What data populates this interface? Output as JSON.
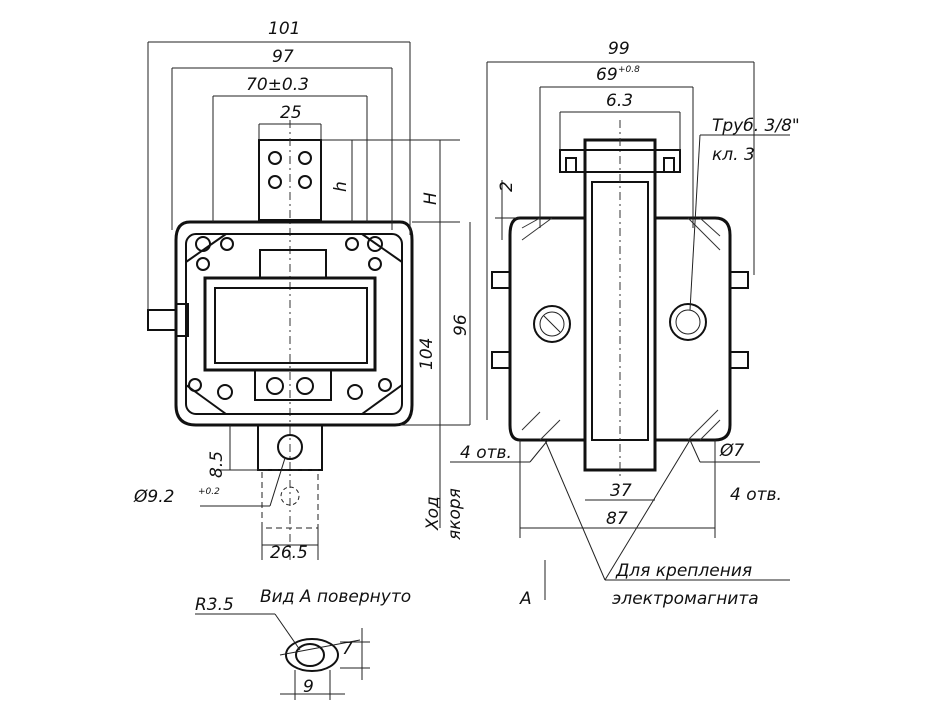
{
  "front_view": {
    "dim_overall": "101",
    "dim_97": "97",
    "dim_70": "70±0.3",
    "dim_25": "25",
    "dim_h": "h",
    "dim_H": "H",
    "dim_96": "96",
    "dim_104": "104",
    "dim_8_5": "8.5",
    "hole_diameter": "Ø9.2",
    "hole_tol": "+0.2",
    "dim_26_5": "26.5",
    "armature_label_1": "Ход",
    "armature_label_2": "якоря"
  },
  "side_view": {
    "dim_99": "99",
    "dim_69": "69",
    "dim_69_tol": "+0.8",
    "dim_6_3": "6.3",
    "dim_2": "2",
    "pipe_label_1": "Труб. 3/8\"",
    "pipe_label_2": "кл. 3",
    "holes_left": "4 отв.",
    "hole_7": "Ø7",
    "holes_right": "4 отв.",
    "dim_37": "37",
    "dim_87": "87",
    "mount_label_1": "Для крепления",
    "mount_label_2": "электромагнита",
    "view_marker": "A"
  },
  "detail_view": {
    "title": "Вид А повернуто",
    "radius": "R3.5",
    "dim_7": "7",
    "dim_9": "9"
  }
}
